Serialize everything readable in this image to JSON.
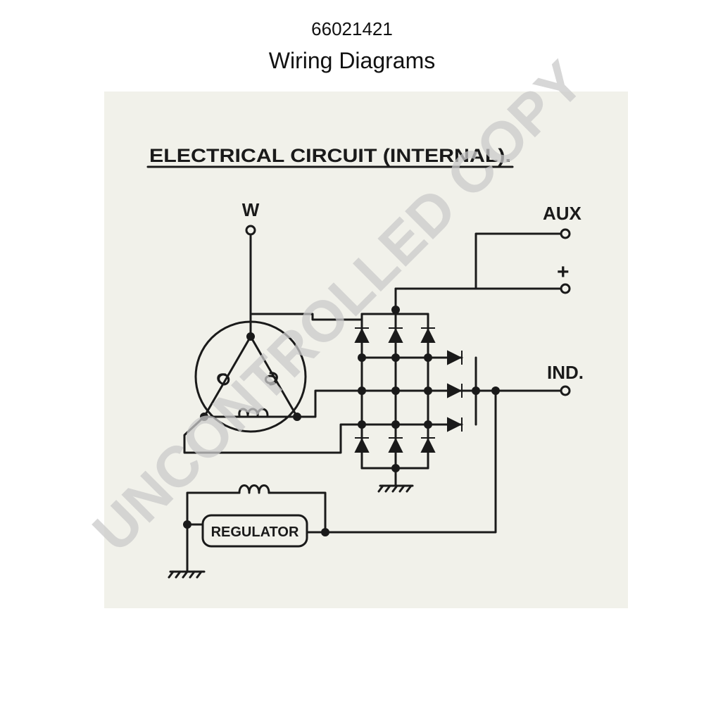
{
  "header": {
    "part_number": "66021421",
    "subtitle": "Wiring Diagrams"
  },
  "diagram": {
    "title": "ELECTRICAL  CIRCUIT  (INTERNAL).",
    "terminals": {
      "w": "W",
      "aux": "AUX",
      "plus": "+",
      "ind": "IND."
    },
    "regulator_label": "REGULATOR"
  },
  "watermark": "UNCONTROLLED COPY"
}
